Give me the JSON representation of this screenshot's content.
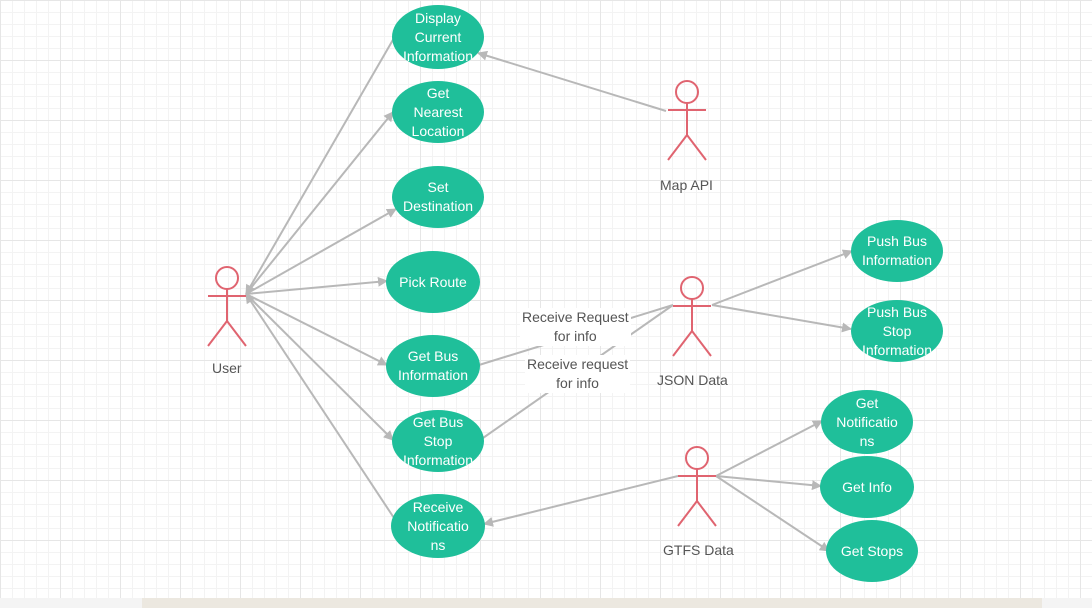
{
  "colors": {
    "use_case_fill": "#1fbf9a",
    "actor_stroke": "#e06470",
    "edge": "#b8b8b8",
    "text": "#555555"
  },
  "actors": {
    "user": "User",
    "map_api": "Map API",
    "json_data": "JSON Data",
    "gtfs_data": "GTFS Data"
  },
  "use_cases": {
    "display_current_info": [
      "Display",
      "Current",
      "Information"
    ],
    "get_nearest_location": [
      "Get",
      "Nearest",
      "Location"
    ],
    "set_destination": [
      "Set",
      "Destination"
    ],
    "pick_route": [
      "Pick Route"
    ],
    "get_bus_info": [
      "Get Bus",
      "Information"
    ],
    "get_bus_stop_info": [
      "Get Bus",
      "Stop",
      "Information"
    ],
    "receive_notifications": [
      "Receive",
      "Notificatio",
      "ns"
    ],
    "push_bus_info": [
      "Push Bus",
      "Information"
    ],
    "push_bus_stop_info": [
      "Push Bus",
      "Stop",
      "Information"
    ],
    "get_notifications": [
      "Get",
      "Notificatio",
      "ns"
    ],
    "get_info": [
      "Get Info"
    ],
    "get_stops": [
      "Get Stops"
    ]
  },
  "edge_labels": {
    "receive_request_1": [
      "Receive Request",
      "for info"
    ],
    "receive_request_2": [
      "Receive request",
      "for info"
    ]
  }
}
